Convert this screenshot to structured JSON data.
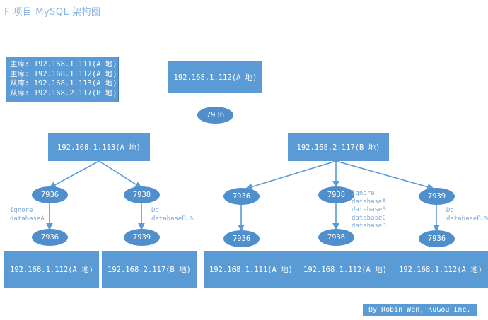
{
  "title": "F 项目 MySQL 架构图",
  "colors": {
    "box_fill": "#5b9bd5",
    "ellipse_fill": "#4e8fcc",
    "connector": "#5b9bd5",
    "annotation_text": "#7aa9dd",
    "title_text": "#8cb4e0",
    "box_text": "#ffffff"
  },
  "legend": {
    "lines": [
      "主库: 192.168.1.111(A 地)",
      "主库: 192.168.1.112(A 地)",
      "从库: 192.168.1.113(A 地)",
      "从库: 192.168.2.117(B 地)"
    ]
  },
  "root": {
    "label": "192.168.1.112(A 地)",
    "port": "7936"
  },
  "level2": {
    "left": {
      "label": "192.168.1.113(A 地)"
    },
    "right": {
      "label": "192.168.2.117(B 地)"
    }
  },
  "branches": [
    {
      "id": "left-a",
      "parent_port": "7936",
      "child_port": "7936",
      "annotation": "Ignore\ndatabaseA",
      "target_box": "192.168.1.112(A 地)"
    },
    {
      "id": "left-b",
      "parent_port": "7938",
      "child_port": "7939",
      "annotation": "Do\ndatabaseB.%",
      "target_box": "192.168.2.117(B 地)"
    },
    {
      "id": "right-a",
      "parent_port": "7936",
      "child_port": "7936",
      "annotation": "",
      "target_box": "192.168.1.111(A 地)"
    },
    {
      "id": "right-b",
      "parent_port": "7938",
      "child_port": "7936",
      "annotation": "Ignore\ndatabaseA\ndatabaseB\ndatabaseC\ndatabaseD",
      "target_box": "192.168.1.112(A 地)"
    },
    {
      "id": "right-c",
      "parent_port": "7939",
      "child_port": "7936",
      "annotation": "Do\ndatabaseB.%",
      "target_box": "192.168.1.112(A 地)"
    }
  ],
  "footer": "By Robin Wen, KuGou Inc."
}
